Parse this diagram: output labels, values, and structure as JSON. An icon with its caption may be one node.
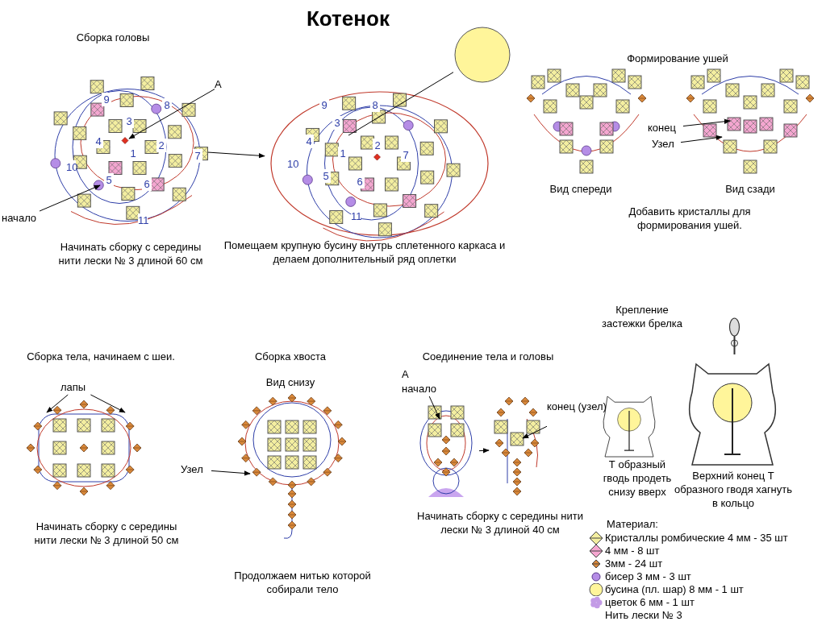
{
  "diagram": {
    "title": "Котенок",
    "nodes": [
      {
        "text": [],
        "shape": "picture",
        "beside": [
          "Начинать сборку с середины нити лески № 3 длиной 60 см"
        ]
      },
      {
        "text": [
          "A"
        ]
      },
      {
        "text": [
          "начало"
        ]
      },
      {
        "text": [],
        "shape": "circle"
      },
      {
        "text": [],
        "shape": "picture",
        "beside": [
          "Помещаем крупную бусину внутрь сплетенного каркаса и делаем дополнительный ряд оплетки"
        ]
      },
      {
        "text": [],
        "shape": "picture",
        "beside": [
          "Вид спереди"
        ]
      },
      {
        "text": [],
        "shape": "picture",
        "beside": [
          "Вид сзади"
        ]
      },
      {
        "text": [
          "конец"
        ]
      },
      {
        "text": [
          "Узел"
        ]
      },
      {
        "text": [],
        "shape": "picture",
        "beside": [
          "Начинать сборку с середины нити лески № 3 длиной 50 см"
        ]
      },
      {
        "text": [
          "лапы"
        ]
      },
      {
        "text": [],
        "shape": "picture"
      },
      {
        "text": [
          "Узел"
        ]
      },
      {
        "text": [
          "A",
          "начало"
        ]
      },
      {
        "text": [],
        "shape": "picture"
      },
      {
        "text": [],
        "shape": "picture"
      },
      {
        "text": [
          "конец (узел)"
        ]
      },
      {
        "text": [],
        "shape": "picture",
        "beside": [
          "Т образный гводь продеть снизу вверх"
        ]
      },
      {
        "text": [],
        "shape": "picture",
        "beside": [
          "Верхний конец Т образного гводя хагнуть в кольцо"
        ]
      }
    ],
    "edges": [
      {
        "from": 0,
        "to": 4,
        "arrow": "to"
      },
      {
        "from": 1,
        "to": 0,
        "arrow": "to"
      },
      {
        "from": 2,
        "to": 0,
        "arrow": "to"
      },
      {
        "from": 3,
        "to": 4,
        "arrow": "none"
      },
      {
        "from": 7,
        "to": 6,
        "arrow": "to"
      },
      {
        "from": 8,
        "to": 6,
        "arrow": "to"
      },
      {
        "from": 10,
        "to": 9,
        "arrow": "to"
      },
      {
        "from": 10,
        "to": 9,
        "arrow": "to"
      },
      {
        "from": 12,
        "to": 11,
        "arrow": "to"
      },
      {
        "from": 13,
        "to": 14,
        "arrow": "to"
      },
      {
        "from": 14,
        "to": 15,
        "arrow": "to"
      },
      {
        "from": 16,
        "to": 15,
        "arrow": "to"
      }
    ],
    "labels": [
      "Сборка головы",
      "Формирование ушей",
      "9",
      "8",
      "3",
      "4",
      "1",
      "2",
      "7",
      "10",
      "5",
      "6",
      "11",
      "9",
      "8",
      "3",
      "4",
      "1",
      "2",
      "7",
      "10",
      "5",
      "6",
      "11",
      "Добавить кристаллы для формирования ушей.",
      "Крепление застежки брелка",
      "Сборка тела, начинаем с шеи.",
      "Сборка хвоста",
      "Соединение тела и головы",
      "Вид снизу",
      "Начинать сборку с середины нити лески № 3 длиной 40 см",
      "Продолжаем нитью которой собирали тело",
      "Материал:"
    ],
    "legend": [
      {
        "text": "Кристаллы ромбические 4 мм - 35 шт",
        "color": "#f3eea0"
      },
      {
        "text": "4 мм - 8 шт",
        "color": "#f4a6d0"
      },
      {
        "text": "3мм - 24 шт",
        "color": "#d9883a"
      },
      {
        "text": "бисер 3 мм -  3 шт",
        "color": "#b58de6"
      },
      {
        "text": "бусина (пл. шар) 8 мм - 1 шт",
        "color": "#fff59a"
      },
      {
        "text": "цветок 6 мм - 1 шт",
        "color": "#c39be6"
      },
      {
        "text": "Нить лески № 3"
      }
    ]
  }
}
